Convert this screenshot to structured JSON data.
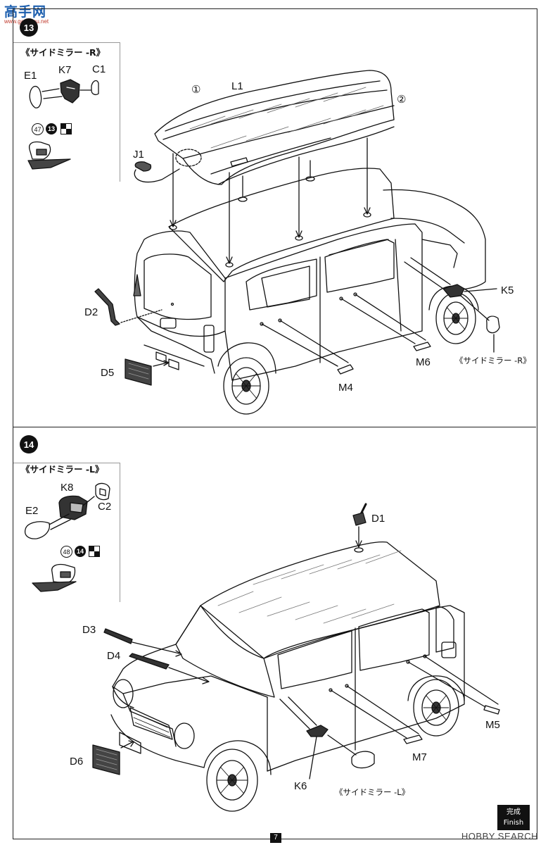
{
  "watermark": {
    "site_logo": "高手网",
    "site_url": "www.gaoshou.net",
    "source": "HOBBY SEARCH"
  },
  "page_number": "7",
  "finish_badge": {
    "line1": "完成",
    "line2": "Finish"
  },
  "step13": {
    "number": "13",
    "inset_title": "《サイドミラー -R》",
    "inset_parts": {
      "e": "E1",
      "k": "K7",
      "c": "C1"
    },
    "paint_codes": {
      "color": "47",
      "step_ref": "13"
    },
    "parts": {
      "roof": "L1",
      "rail_left": "①",
      "rail_right": "②",
      "j": "J1",
      "d": "D2",
      "plate": "D5",
      "k": "K5",
      "m4": "M4",
      "m6": "M6"
    },
    "mirror_note": "《サイドミラー -R》"
  },
  "step14": {
    "number": "14",
    "inset_title": "《サイドミラー -L》",
    "inset_parts": {
      "e": "E2",
      "k": "K8",
      "c": "C2"
    },
    "paint_codes": {
      "color": "48",
      "step_ref": "14"
    },
    "parts": {
      "antenna": "D1",
      "wiper1": "D3",
      "wiper2": "D4",
      "plate": "D6",
      "k": "K6",
      "m5": "M5",
      "m7": "M7"
    },
    "mirror_note": "《サイドミラー -L》"
  }
}
